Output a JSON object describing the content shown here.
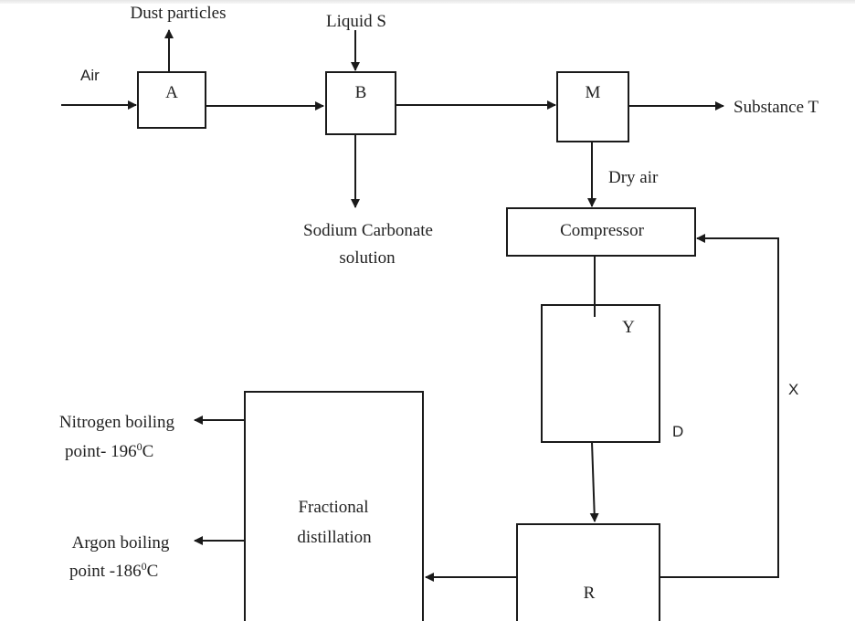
{
  "diagram": {
    "inputs": {
      "air": "Air",
      "liquid_s": "Liquid S"
    },
    "outputs": {
      "dust": "Dust particles",
      "sodium_carbonate_line1": "Sodium Carbonate",
      "sodium_carbonate_line2": "solution",
      "substance_t": "Substance T",
      "nitrogen_line1": "Nitrogen boiling",
      "nitrogen_line2_prefix": "point- 196",
      "argon_line1": "Argon boiling",
      "argon_line2_prefix": "point -186",
      "degree_sup": "0",
      "celsius": "C"
    },
    "units": {
      "a": "A",
      "b": "B",
      "m": "M",
      "compressor": "Compressor",
      "y": "Y",
      "d": "D",
      "r": "R",
      "fractional_line1": "Fractional",
      "fractional_line2": "distillation"
    },
    "streams": {
      "dry_air": "Dry air",
      "recycle": "X"
    }
  }
}
